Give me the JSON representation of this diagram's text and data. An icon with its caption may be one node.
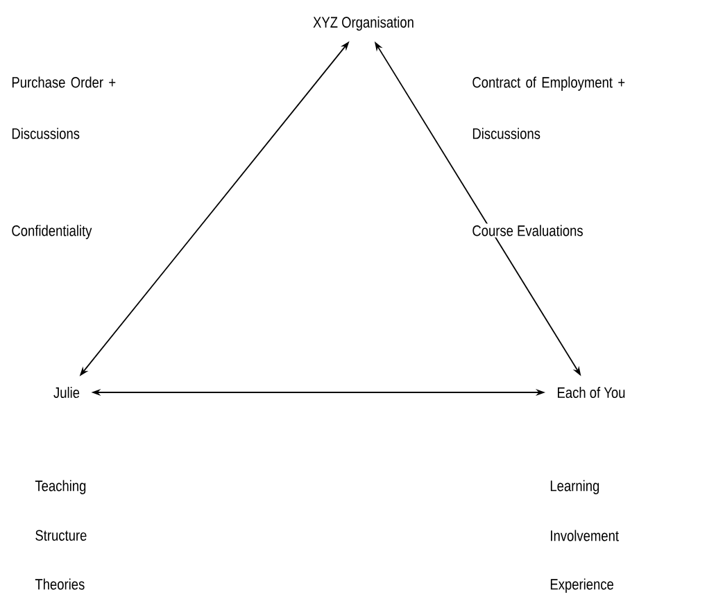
{
  "diagram": {
    "nodes": [
      {
        "text": [
          "XYZ Organisation"
        ]
      },
      {
        "text": [
          "Julie"
        ]
      },
      {
        "text": [
          "Each of You"
        ]
      }
    ],
    "edges": [
      {
        "from": 0,
        "to": 1,
        "arrow": "both"
      },
      {
        "from": 0,
        "to": 2,
        "arrow": "both"
      },
      {
        "from": 1,
        "to": 2,
        "arrow": "both"
      }
    ],
    "labels": [
      "Purchase Order + Discussions",
      "Contract of Employment + Discussions",
      "Confidentiality",
      "Course Evaluations",
      "Teaching",
      "Learning",
      "Structure",
      "Involvement",
      "Theories",
      "Experience"
    ]
  }
}
